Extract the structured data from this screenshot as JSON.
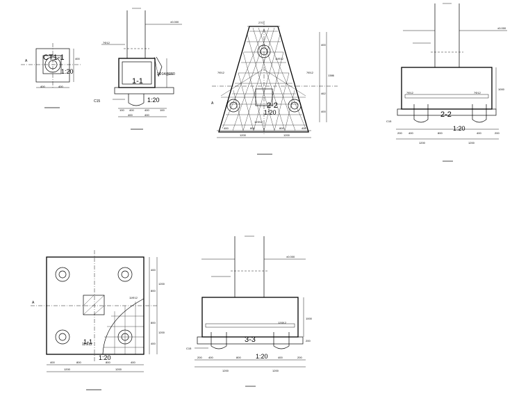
{
  "elevation_mark": "±0.000",
  "scales": {
    "s1": "1:20",
    "s2": "1:20",
    "s3": "1:20",
    "s4": "1:20",
    "s5": "1:20"
  },
  "sections": {
    "ct1": "CT1-1",
    "sec11": "1-1",
    "sec22": "2-2",
    "sec33": "3-3"
  },
  "c15": "C15",
  "a_label": "A",
  "dims": {
    "d400": "400",
    "d600": "600",
    "d800": "800",
    "d1200": "1200",
    "d200": "200",
    "d1000": "1000",
    "d100": "100",
    "d300": "300",
    "d462": "462",
    "d1386": "1386",
    "d270": "270",
    "d250": "250",
    "d150": "150"
  },
  "rebar": {
    "r1": "7Φ12",
    "r2": "7Φ12",
    "r3": "11Φ12",
    "r4": "11Φ12",
    "r5": "3Φ14@150",
    "r6": "12Φ12"
  }
}
